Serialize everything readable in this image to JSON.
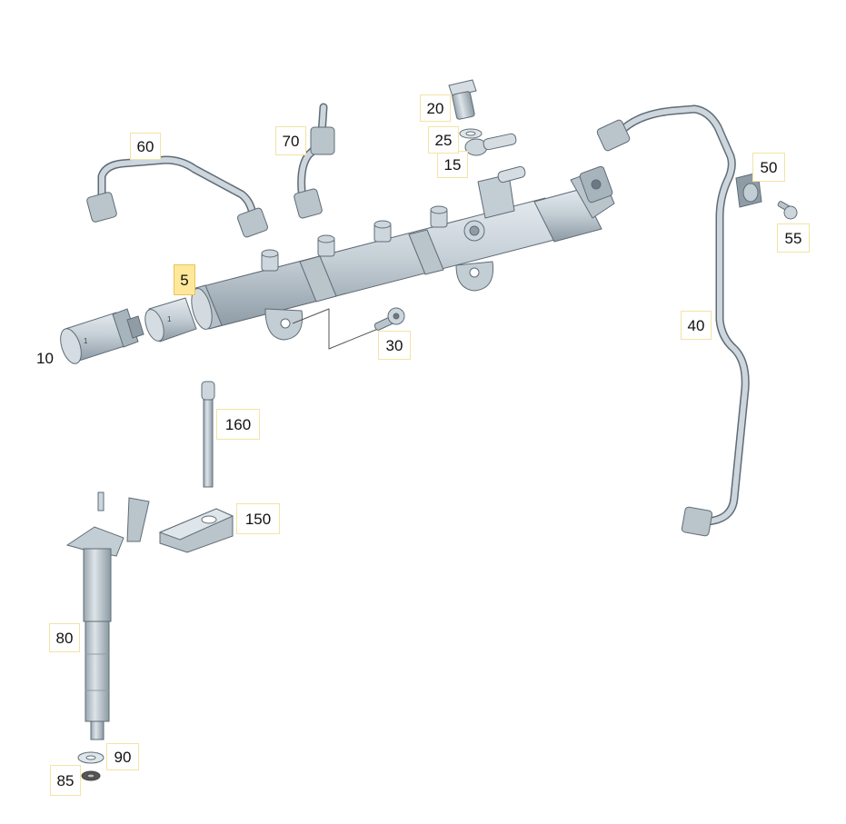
{
  "diagram": {
    "highlighted_callout": "5",
    "callouts": {
      "c5": "5",
      "c10": "10",
      "c15": "15",
      "c20": "20",
      "c25": "25",
      "c30": "30",
      "c40": "40",
      "c50": "50",
      "c55": "55",
      "c60": "60",
      "c70": "70",
      "c80": "80",
      "c85": "85",
      "c90": "90",
      "c150": "150",
      "c160": "160"
    },
    "colors": {
      "part_fill": "#c3cdd4",
      "part_light": "#dfe6eb",
      "part_dark": "#8f9ca6",
      "outline": "#5f6c76",
      "callout_border": "#f3e3a4",
      "callout_active": "#ffe89a"
    }
  }
}
